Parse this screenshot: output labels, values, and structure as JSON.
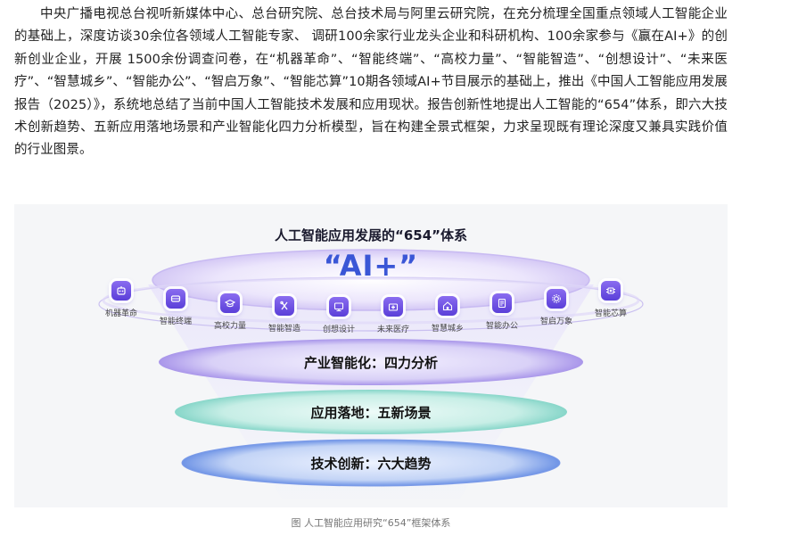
{
  "paragraph": "中央广播电视总台视听新媒体中心、总台研究院、总台技术局与阿里云研究院，在充分梳理全国重点领域人工智能企业的基础上，深度访谈30余位各领域人工智能专家、 调研100余家行业龙头企业和科研机构、100余家参与《赢在AI+》的创新创业企业，开展 1500余份调查问卷，在“机器革命”、“智能终端”、“高校力量”、“智能智造”、“创想设计”、“未来医疗”、“智慧城乡”、“智能办公”、“智启万象”、“智能芯算”10期各领域AI+节目展示的基础上，推出《中国人工智能应用发展报告（2025）》，系统地总结了当前中国人工智能技术发展和应用现状。报告创新性地提出人工智能的“654”体系，即六大技术创新趋势、五新应用落地场景和产业智能化四力分析模型，旨在构建全景式框架，力求呈现既有理论深度又兼具实践价值的行业图景。",
  "figure": {
    "title": "人工智能应用发展的“654”体系",
    "ai_label": "“AI+”",
    "items": [
      {
        "label": "机器革命",
        "icon": "robot-icon"
      },
      {
        "label": "智能终端",
        "icon": "device-icon"
      },
      {
        "label": "高校力量",
        "icon": "graduation-cap-icon"
      },
      {
        "label": "智能智造",
        "icon": "tools-icon"
      },
      {
        "label": "创想设计",
        "icon": "design-monitor-icon"
      },
      {
        "label": "未来医疗",
        "icon": "medical-kit-icon"
      },
      {
        "label": "智慧城乡",
        "icon": "home-icon"
      },
      {
        "label": "智能办公",
        "icon": "office-document-icon"
      },
      {
        "label": "智启万象",
        "icon": "gear-icon"
      },
      {
        "label": "智能芯算",
        "icon": "chip-icon"
      }
    ],
    "layers": [
      {
        "label": "产业智能化：四力分析",
        "color": "#c9c2f2"
      },
      {
        "label": "应用落地：五新场景",
        "color": "#bfe9e2"
      },
      {
        "label": "技术创新：六大趋势",
        "color": "#b3c8f3"
      }
    ]
  },
  "caption": "图 人工智能应用研究“654”框架体系"
}
